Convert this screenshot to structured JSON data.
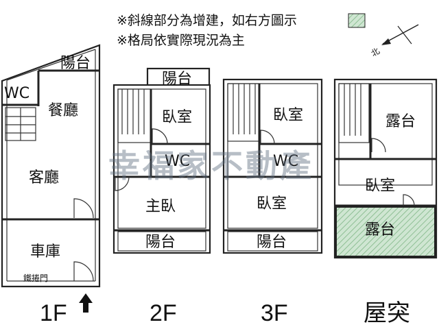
{
  "notes": {
    "line1": "※斜線部分為增建，如右方圖示",
    "line2": "※格局依實際現況為主"
  },
  "compass": {
    "label": "北"
  },
  "watermark": "幸福家不動產",
  "floors": {
    "f1": {
      "label": "1F",
      "rooms": {
        "balcony": "陽台",
        "wc": "WC",
        "dining": "餐廳",
        "living": "客廳",
        "garage": "車庫",
        "rolling_door": "鐵捲門"
      }
    },
    "f2": {
      "label": "2F",
      "rooms": {
        "balcony_top": "陽台",
        "bedroom": "臥室",
        "wc": "WC",
        "master_bedroom": "主臥",
        "balcony_bottom": "陽台"
      }
    },
    "f3": {
      "label": "3F",
      "rooms": {
        "bedroom_top": "臥室",
        "wc": "WC",
        "bedroom_main": "臥室",
        "balcony_bottom": "陽台"
      }
    },
    "roof": {
      "label": "屋突",
      "rooms": {
        "terrace_top": "露台",
        "bedroom": "臥室",
        "terrace_bottom": "露台"
      }
    }
  },
  "colors": {
    "addition_fill": "#cfe6d2",
    "addition_hatch": "#8fbf95"
  },
  "icons": {
    "compass": "north-arrow-icon",
    "entrance": "up-arrow-icon",
    "legend": "hatched-swatch-icon"
  }
}
